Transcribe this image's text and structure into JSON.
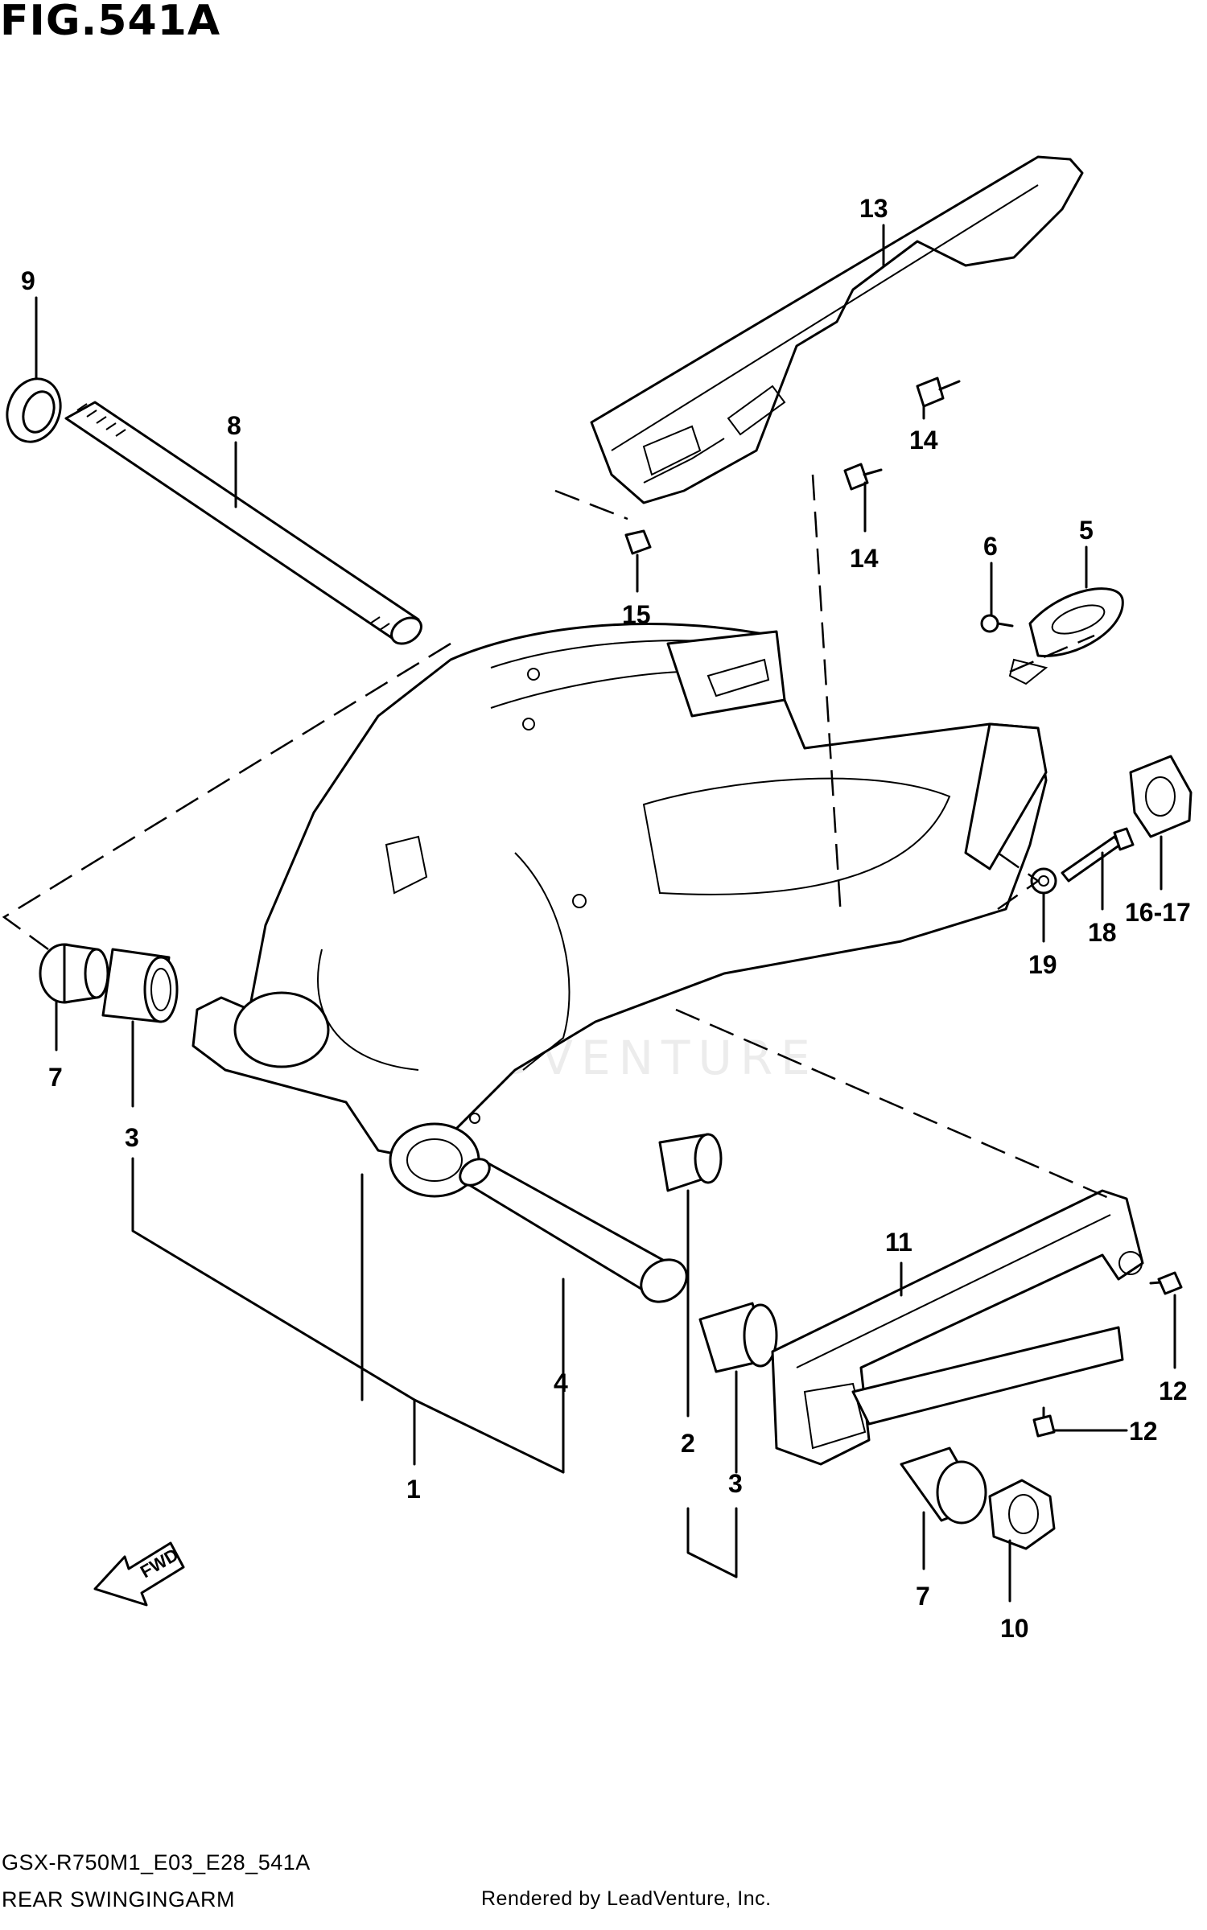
{
  "figure": {
    "title": "FIG.541A",
    "diagram_code": "GSX-R750M1_E03_E28_541A",
    "diagram_name": "REAR SWINGINGARM",
    "rendered_by": "Rendered by LeadVenture, Inc.",
    "watermark": "LEADVENTURE",
    "fwd_label": "FWD"
  },
  "callouts": [
    "1",
    "2",
    "3",
    "3",
    "4",
    "5",
    "6",
    "7",
    "7",
    "8",
    "9",
    "10",
    "11",
    "12",
    "12",
    "13",
    "14",
    "14",
    "15",
    "16-17",
    "18",
    "19"
  ]
}
